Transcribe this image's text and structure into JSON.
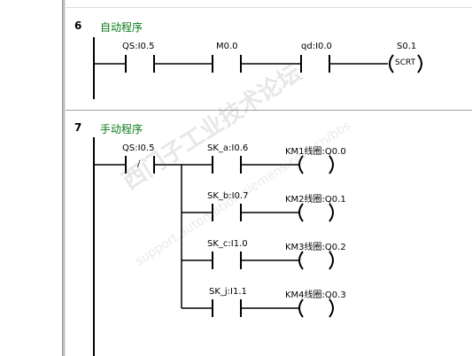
{
  "networks": [
    {
      "number": "6",
      "title": "自动程序",
      "contacts": [
        {
          "label": "QS:I0.5",
          "kind": "no"
        },
        {
          "label": "M0.0",
          "kind": "no"
        },
        {
          "label": "qd:I0.0",
          "kind": "no"
        }
      ],
      "coil": {
        "label": "S0.1",
        "text": "SCRT"
      }
    },
    {
      "number": "7",
      "title": "手动程序",
      "main_contact": {
        "label": "QS:I0.5",
        "kind": "nc",
        "symbol": "/"
      },
      "branches": [
        {
          "contact": "SK_a:I0.6",
          "coil": "KM1线圈:Q0.0"
        },
        {
          "contact": "SK_b:I0.7",
          "coil": "KM2线圈:Q0.1"
        },
        {
          "contact": "SK_c:I1.0",
          "coil": "KM3线圈:Q0.2"
        },
        {
          "contact": "SK_j:I1.1",
          "coil": "KM4线圈:Q0.3"
        }
      ]
    }
  ],
  "watermark": {
    "line1": "西门子工业技术论坛",
    "line2": "support.automation.siemens.com.cn/bbs"
  }
}
